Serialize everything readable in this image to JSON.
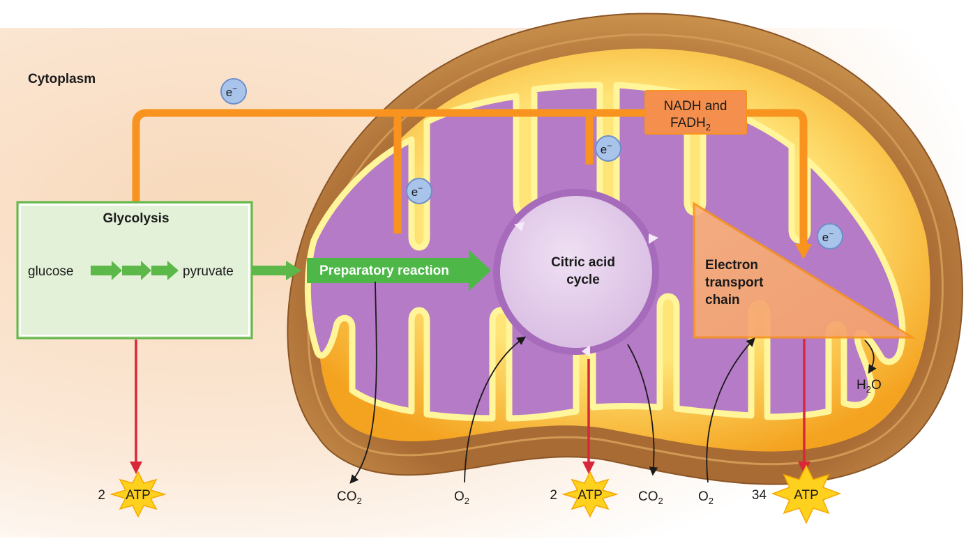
{
  "title": "",
  "cytoplasm_label": "Cytoplasm",
  "glycolysis": {
    "title": "Glycolysis",
    "input": "glucose",
    "output": "pyruvate"
  },
  "preparatory_reaction": "Preparatory reaction",
  "citric_acid_cycle": {
    "line1": "Citric acid",
    "line2": "cycle"
  },
  "electron_transport_chain": {
    "line1": "Electron",
    "line2": "transport",
    "line3": "chain"
  },
  "carriers": {
    "line1": "NADH and",
    "line2_main": "FADH",
    "line2_sub": "2"
  },
  "electron": {
    "symbol": "e",
    "charge": "−"
  },
  "water": {
    "h": "H",
    "sub": "2",
    "o": "O"
  },
  "co2": {
    "main": "CO",
    "sub": "2"
  },
  "o2": {
    "main": "O",
    "sub": "2"
  },
  "atp": {
    "label": "ATP",
    "glycolysis_count": "2",
    "citric_count": "2",
    "etc_count": "34"
  },
  "colors": {
    "cytoplasm": "#f6dcc1",
    "membrane_outer": "#b57838",
    "membrane_glow": "#f6b51f",
    "inner_membrane": "#fff59b",
    "matrix": "#b67cc6",
    "electron_path": "#f7931e",
    "glycolysis_fill": "#e2f1d6",
    "glycolysis_border": "#5fb848",
    "atp_arrow": "#d8263a",
    "atp_burst": "#ffd11f"
  }
}
